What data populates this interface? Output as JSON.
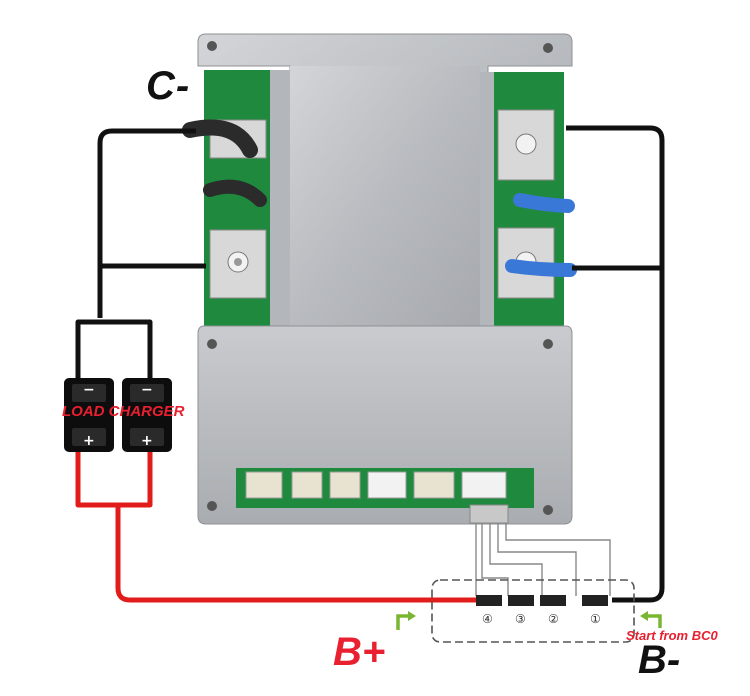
{
  "labels": {
    "c_minus": "C-",
    "b_plus": "B+",
    "b_minus": "B-",
    "start_note": "Start from BC0",
    "load_charger": "LOAD CHARGER"
  },
  "connector_signs": {
    "minus": "−",
    "plus": "+"
  },
  "balance_pins": [
    "④",
    "③",
    "②",
    "①"
  ],
  "colors": {
    "wire_black": "#111111",
    "wire_red": "#e21b1b",
    "label_red": "#e8202f",
    "arrow_green": "#7ab632",
    "board_silver": "#b9bcc0",
    "pcb_green": "#1f8a3d"
  }
}
